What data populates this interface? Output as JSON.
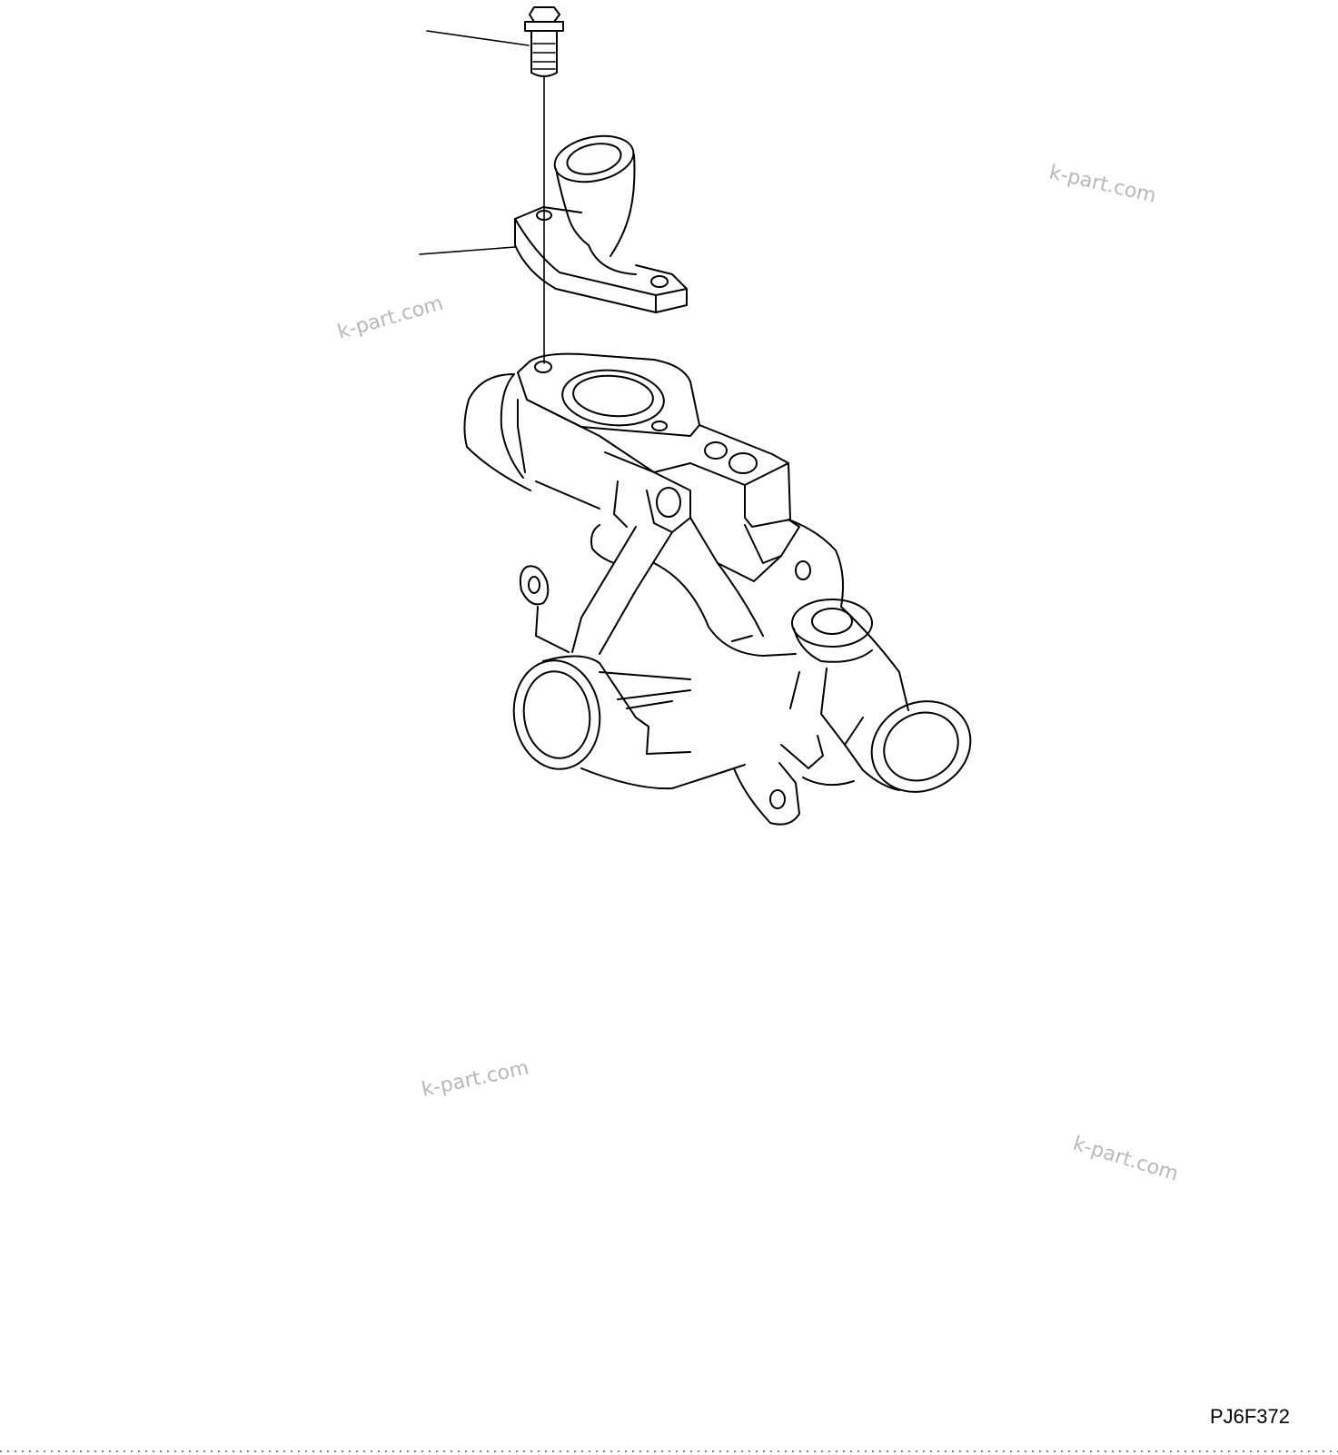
{
  "drawing": {
    "code": "PJ6F372"
  },
  "watermarks": [
    "k-part.com",
    "k-part.com",
    "k-part.com",
    "k-part.com"
  ]
}
